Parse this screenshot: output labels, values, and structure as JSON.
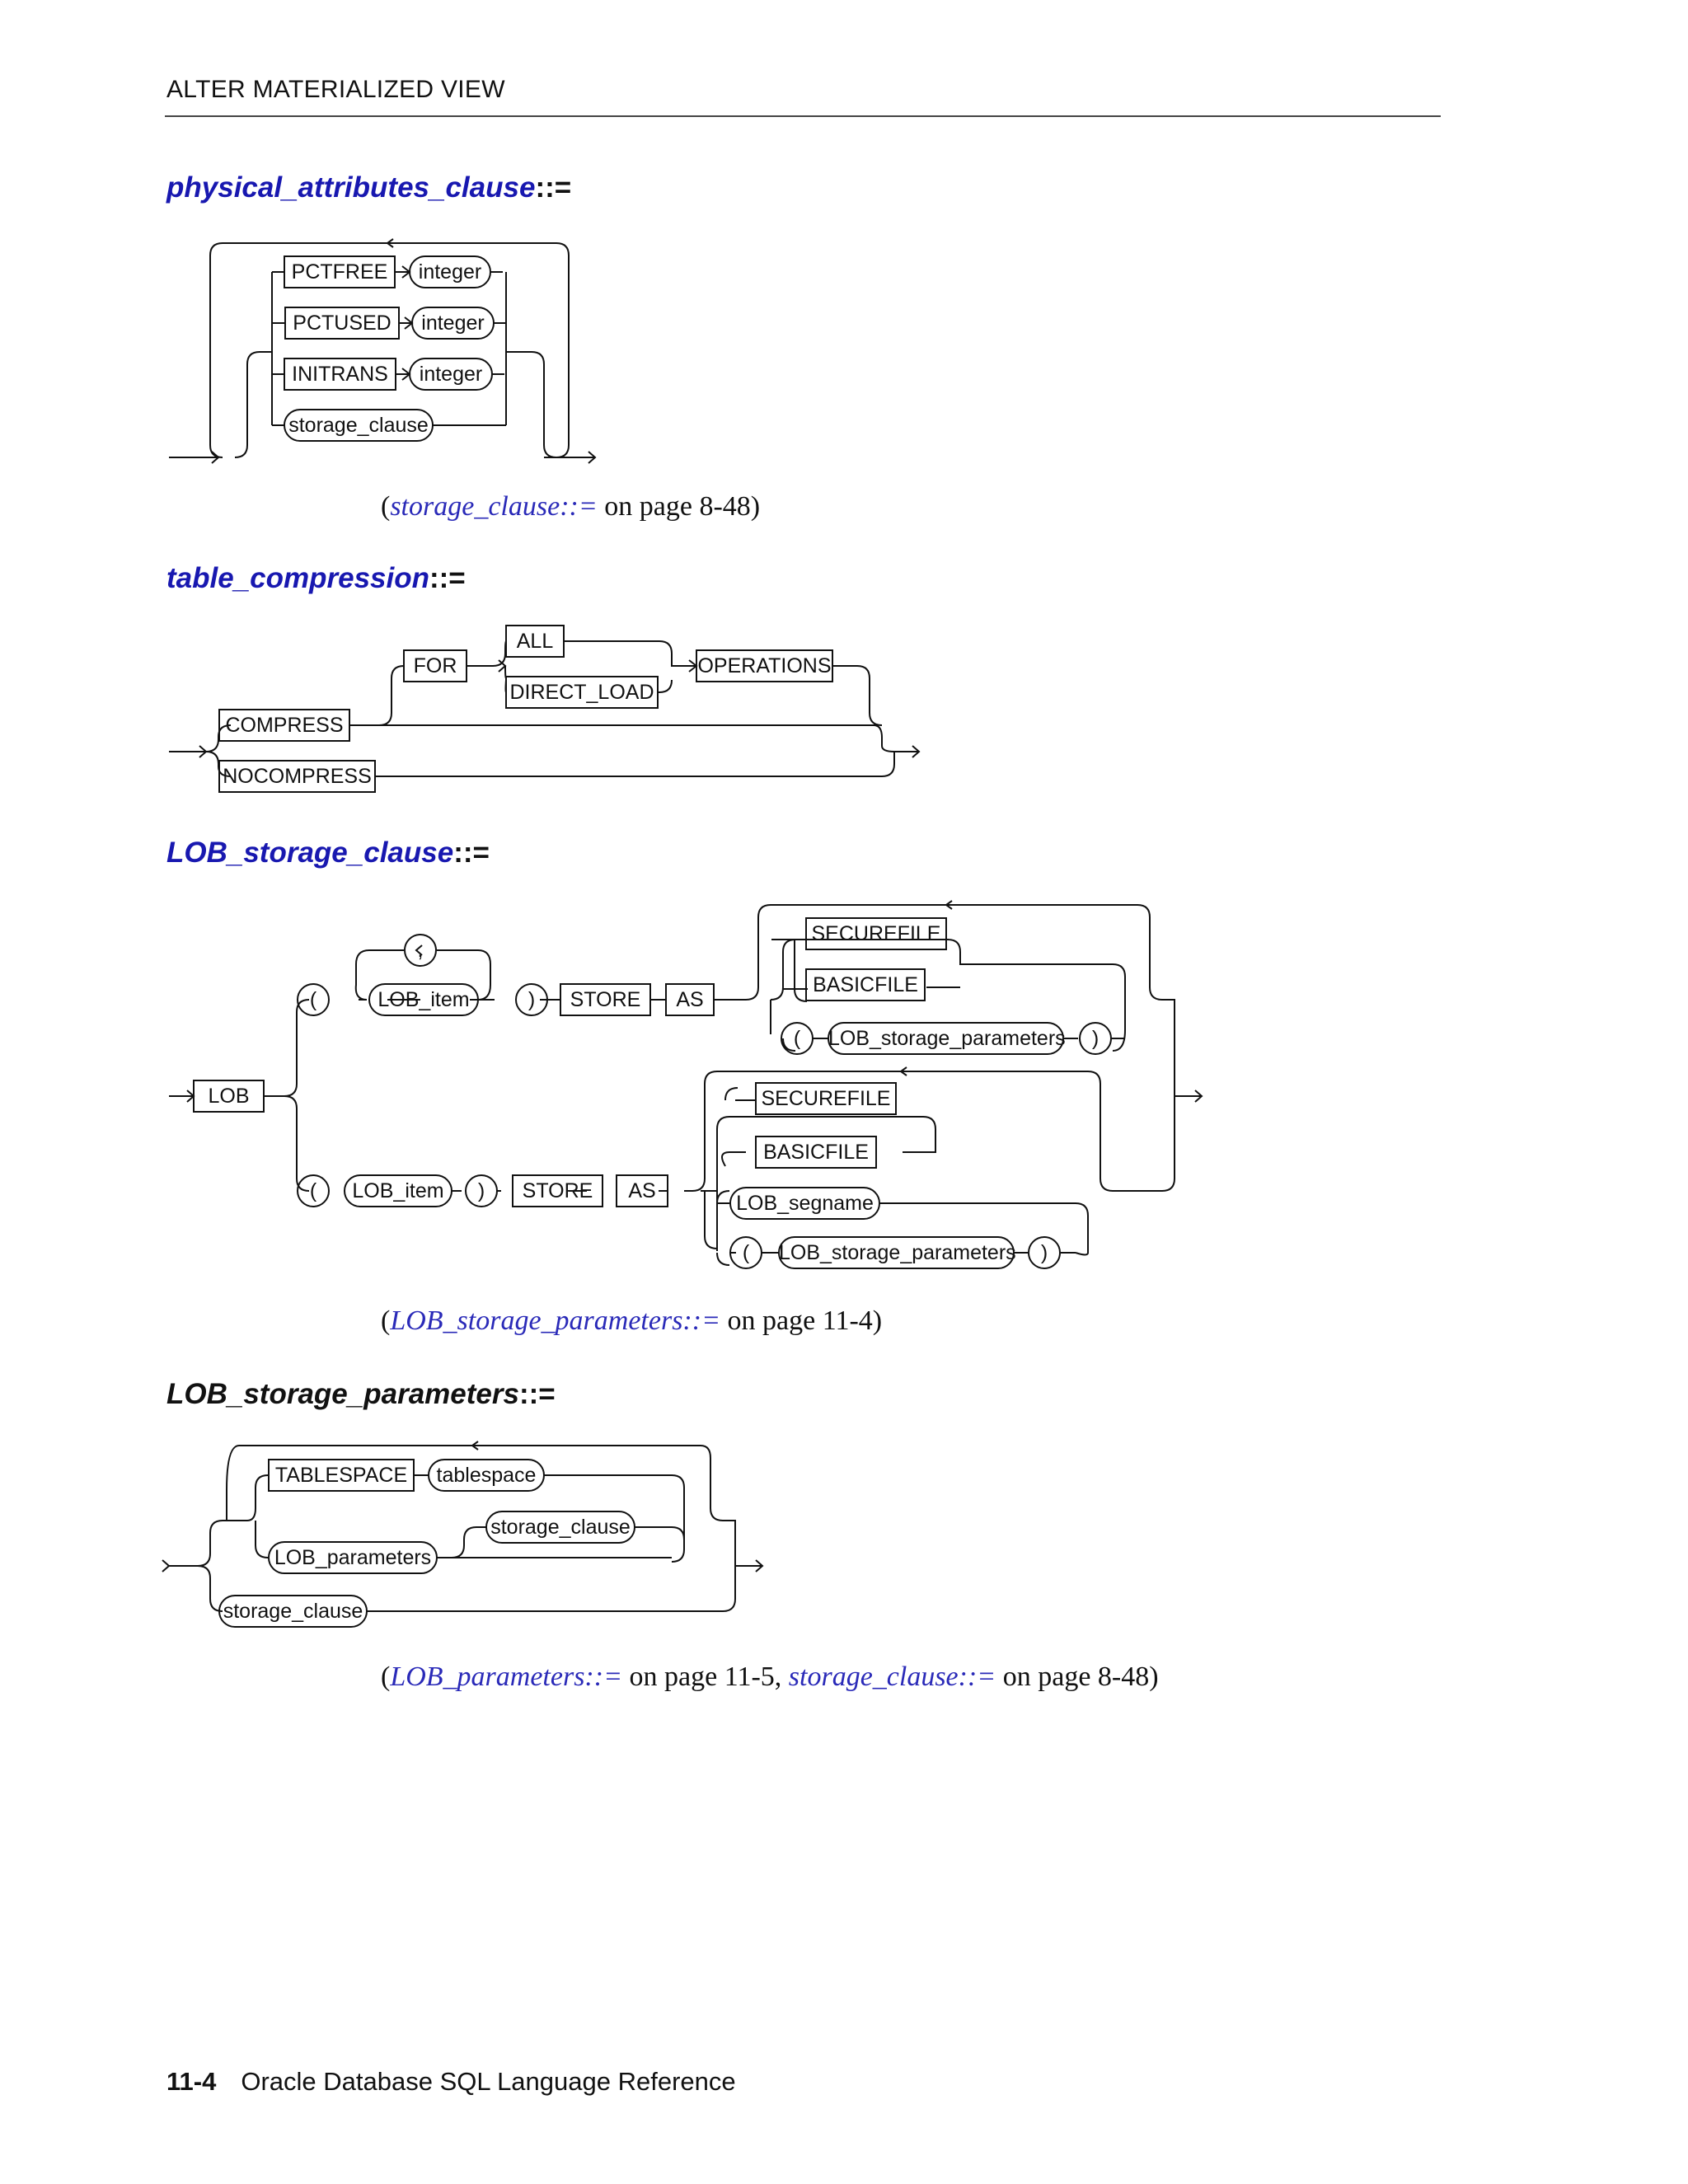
{
  "header": {
    "title": "ALTER MATERIALIZED VIEW"
  },
  "sections": {
    "physical": {
      "name": "physical_attributes_clause",
      "op": "::=",
      "xref_open": "(",
      "xref_link": "storage_clause::=",
      "xref_tail": " on page 8-48)",
      "tokens": [
        "PCTFREE",
        "integer",
        "PCTUSED",
        "integer",
        "INITRANS",
        "integer",
        "storage_clause"
      ]
    },
    "compression": {
      "name": "table_compression",
      "op": "::=",
      "tokens": [
        "COMPRESS",
        "NOCOMPRESS",
        "FOR",
        "ALL",
        "DIRECT_LOAD",
        "OPERATIONS"
      ]
    },
    "lob_storage": {
      "name": "LOB_storage_clause",
      "op": "::=",
      "xref_open": "(",
      "xref_link": "LOB_storage_parameters::=",
      "xref_tail": " on page 11-4)",
      "tokens": [
        "LOB",
        "(",
        ",",
        "LOB_item",
        ")",
        "STORE",
        "AS",
        "SECUREFILE",
        "BASICFILE",
        "(",
        "LOB_storage_parameters",
        ")",
        "(",
        "LOB_item",
        ")",
        "STORE",
        "AS",
        "SECUREFILE",
        "BASICFILE",
        "LOB_segname",
        "(",
        "LOB_storage_parameters",
        ")"
      ]
    },
    "lob_params": {
      "name": "LOB_storage_parameters",
      "op": "::=",
      "xref_open": "(",
      "xref_link1": "LOB_parameters::=",
      "xref_mid": " on page 11-5, ",
      "xref_link2": "storage_clause::=",
      "xref_tail": " on page 8-48)",
      "tokens": [
        "TABLESPACE",
        "tablespace",
        "storage_clause",
        "LOB_parameters",
        "storage_clause"
      ]
    }
  },
  "footer": {
    "page": "11-4",
    "book": "Oracle Database SQL Language Reference"
  }
}
